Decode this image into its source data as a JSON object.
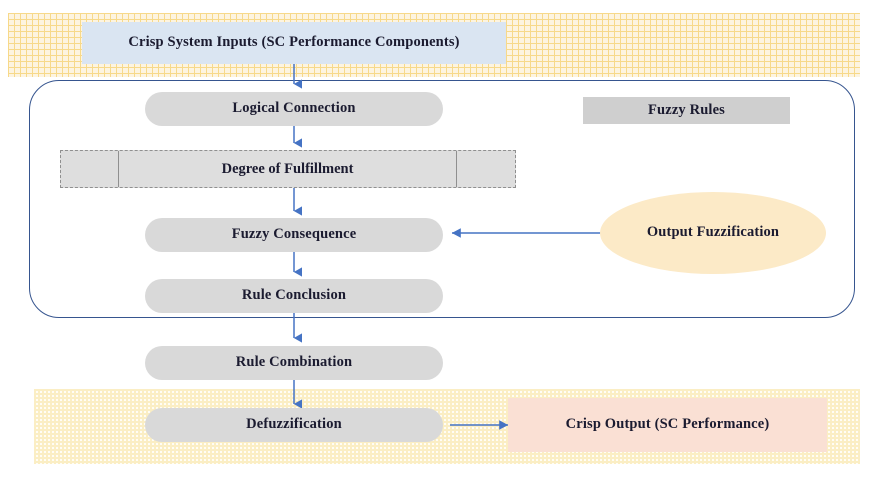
{
  "diagram": {
    "title": "Fuzzy inference system flow for SC performance",
    "colors": {
      "arrow": "#4573c4",
      "container_border": "#36558f",
      "pill_fill": "#d9d9d9",
      "input_box_fill": "#dae5f2",
      "rules_box_fill": "#cfcfcf",
      "output_box_fill": "#fae0d4",
      "fuzzification_ellipse_fill": "#fceac7",
      "band_texture": "#f7d98a",
      "text": "#1b1b30"
    },
    "bands": [
      {
        "name": "input-band",
        "texture": "grid"
      },
      {
        "name": "output-band",
        "texture": "checker"
      }
    ],
    "nodes": {
      "crisp_inputs": "Crisp System Inputs (SC Performance Components)",
      "logical_connection": "Logical Connection",
      "fuzzy_rules": "Fuzzy Rules",
      "degree_of_fulfillment": "Degree of Fulfillment",
      "degree_cell_left": "",
      "degree_cell_right": "",
      "fuzzy_consequence": "Fuzzy Consequence",
      "output_fuzzification": "Output Fuzzification",
      "rule_conclusion": "Rule Conclusion",
      "rule_combination": "Rule Combination",
      "defuzzification": "Defuzzification",
      "crisp_output": "Crisp Output (SC Performance)"
    },
    "edges": [
      {
        "from": "crisp_inputs",
        "to": "logical_connection",
        "direction": "down"
      },
      {
        "from": "logical_connection",
        "to": "degree_of_fulfillment",
        "direction": "down"
      },
      {
        "from": "degree_of_fulfillment",
        "to": "fuzzy_consequence",
        "direction": "down"
      },
      {
        "from": "output_fuzzification",
        "to": "fuzzy_consequence",
        "direction": "left"
      },
      {
        "from": "fuzzy_consequence",
        "to": "rule_conclusion",
        "direction": "down"
      },
      {
        "from": "rule_conclusion",
        "to": "rule_combination",
        "direction": "down"
      },
      {
        "from": "rule_combination",
        "to": "defuzzification",
        "direction": "down"
      },
      {
        "from": "defuzzification",
        "to": "crisp_output",
        "direction": "right"
      }
    ]
  }
}
